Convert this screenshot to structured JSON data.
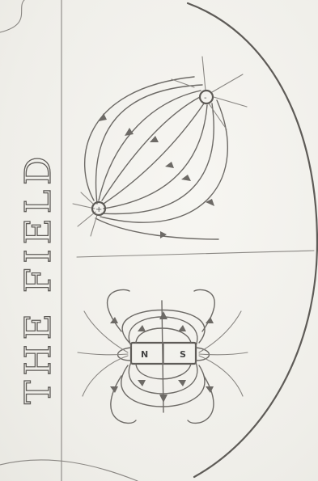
{
  "title": "THE FIELD",
  "electric_field": {
    "positive_charge_label": "+",
    "negative_charge_label": "-"
  },
  "magnet": {
    "north_label": "N",
    "south_label": "S"
  },
  "colors": {
    "paper": "#f3f2ee",
    "pencil": "#6d6a66"
  }
}
